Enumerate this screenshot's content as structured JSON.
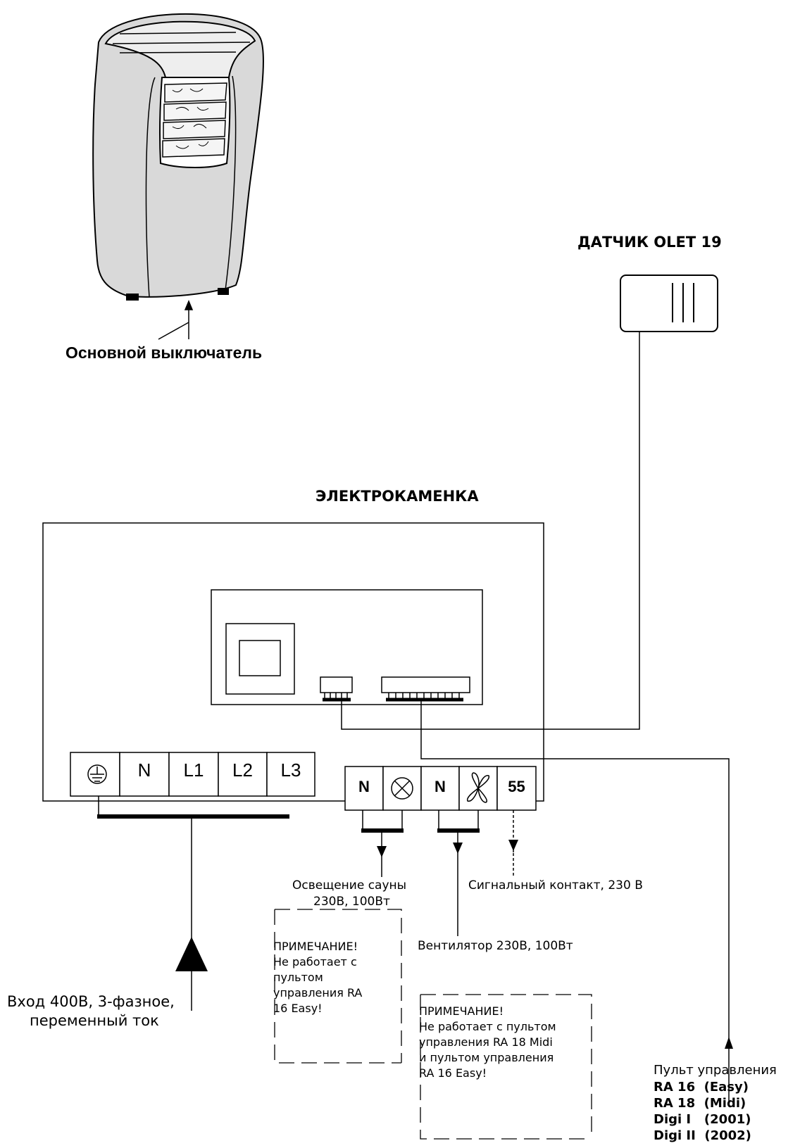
{
  "sensor": {
    "title": "ДАТЧИК OLET 19"
  },
  "heater": {
    "title": "ЭЛЕКТРОКАМЕНКА",
    "main_switch": "Основной выключатель"
  },
  "power_terminals": [
    "N",
    "L1",
    "L2",
    "L3"
  ],
  "aux_terminals": [
    "N",
    "N",
    "55"
  ],
  "labels": {
    "input_line1": "Вход 400В, 3-фазное,",
    "input_line2": "переменный ток",
    "light_line1": "Освещение сауны",
    "light_line2": "230В, 100Вт",
    "signal": "Сигнальный контакт, 230 В",
    "fan": "Вентилятор 230В, 100Вт"
  },
  "note1": [
    "ПРИМЕЧАНИЕ!",
    "Не работает с",
    "пультом",
    "управления RA",
    "16 Easy!"
  ],
  "note2": [
    "ПРИМЕЧАНИЕ!",
    "Не работает с пультом",
    "управления RA 18 Midi",
    "и пультом управления",
    "RA 16 Easy!"
  ],
  "control_panel": {
    "title": "Пульт управления",
    "models": [
      "RA 16  (Easy)",
      "RA 18  (Midi)",
      "Digi I   (2001)",
      "Digi II  (2002)"
    ]
  },
  "icons": [
    "ground-icon",
    "lamp-icon",
    "fan-icon",
    "heater-stove-icon",
    "sensor-icon"
  ]
}
